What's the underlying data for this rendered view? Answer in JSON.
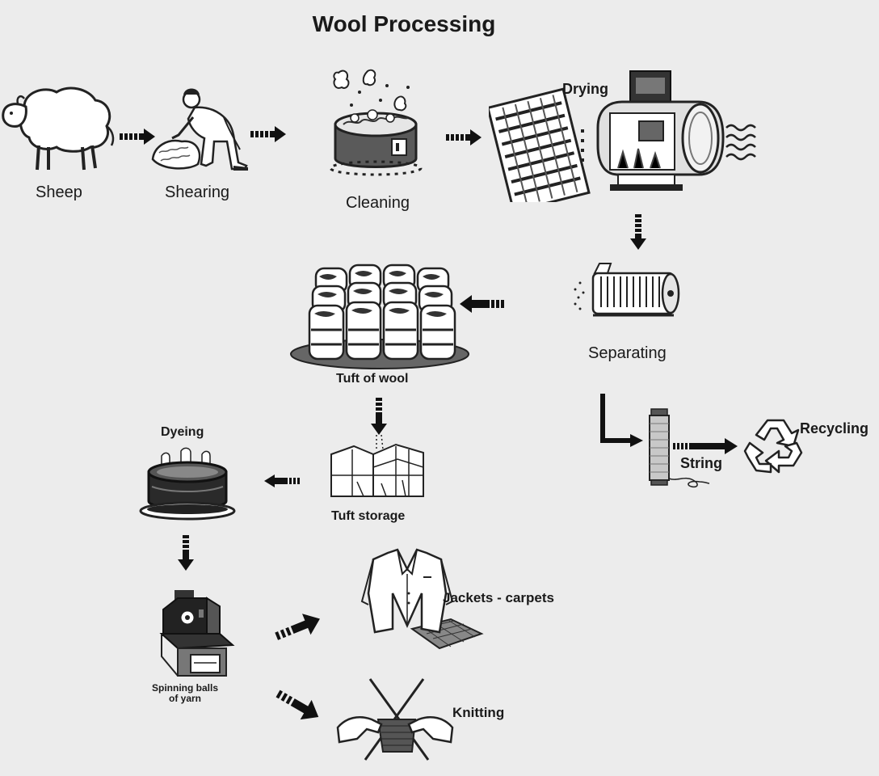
{
  "title": "Wool Processing",
  "stages": {
    "sheep": "Sheep",
    "shearing": "Shearing",
    "cleaning": "Cleaning",
    "drying": "Drying",
    "separating": "Separating",
    "tuft_of_wool": "Tuft of wool",
    "string": "String",
    "recycling": "Recycling",
    "tuft_storage": "Tuft storage",
    "dyeing": "Dyeing",
    "spinning_line1": "Spinning balls",
    "spinning_line2": "of yarn",
    "jackets_carpets": "Jackets - carpets",
    "knitting": "Knitting"
  },
  "icons": {
    "sheep": "sheep-icon",
    "shearing": "shearer-icon",
    "cleaning": "washing-tub-icon",
    "drying": "drying-machine-icon",
    "separating": "carding-drum-icon",
    "tuft_of_wool": "wool-bales-icon",
    "string": "spool-icon",
    "recycling": "recycle-icon",
    "tuft_storage": "storage-crates-icon",
    "dyeing": "dye-vat-icon",
    "spinning": "spinning-machine-icon",
    "jackets_carpets": "jacket-carpet-icon",
    "knitting": "knitting-needles-icon"
  }
}
